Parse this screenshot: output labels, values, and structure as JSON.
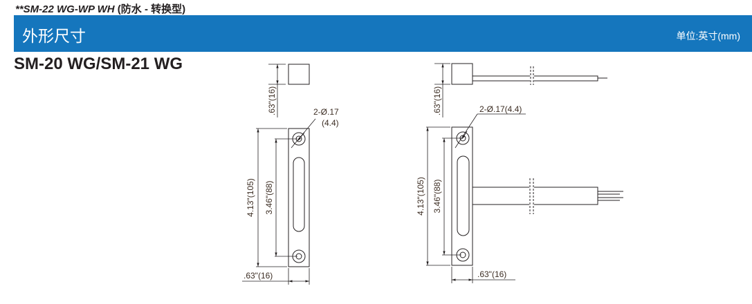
{
  "subtitle": {
    "model": "**SM-22 WG-WP WH",
    "note": "(防水 - 转换型)"
  },
  "section": {
    "title": "外形尺寸",
    "unit": "单位:英寸(mm)"
  },
  "model_title": "SM-20 WG/SM-21 WG",
  "drawing_left": {
    "height": ".63\"(16)",
    "hole_line1": "2-Ø.17",
    "hole_line2": "(4.4)",
    "length": "4.13\"(105)",
    "pitch": "3.46\"(88)",
    "width": ".63\"(16)"
  },
  "drawing_right": {
    "height": ".63\"(16)",
    "hole": "2-Ø.17(4.4)",
    "length": "4.13\"(105)",
    "pitch": "3.46\"(88)",
    "width": ".63\"(16)"
  }
}
